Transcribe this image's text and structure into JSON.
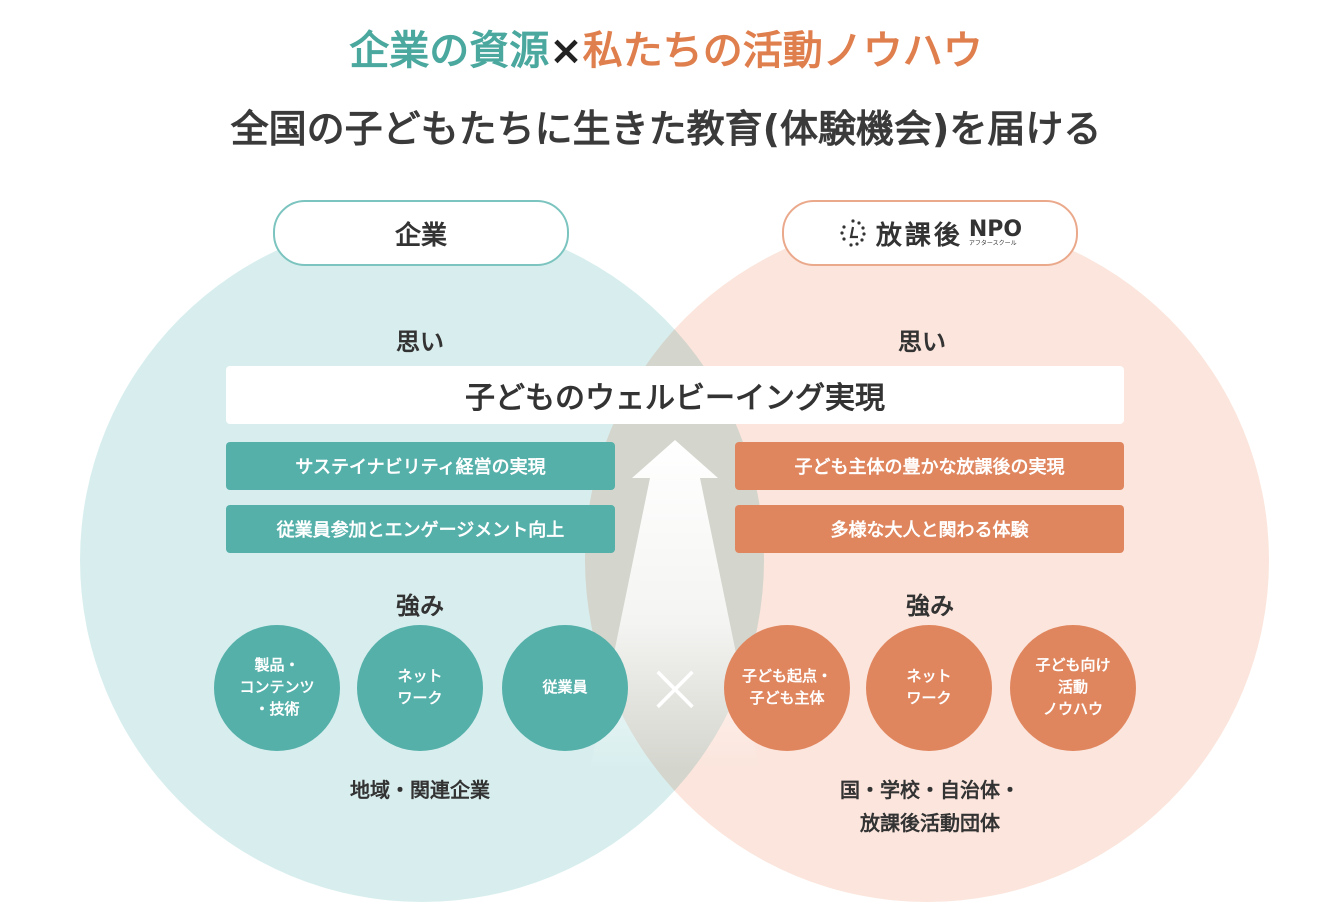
{
  "title": {
    "line1_part1": "企業の資源",
    "line1_times": "×",
    "line1_part2": "私たちの活動ノウハウ",
    "line2": "全国の子どもたちに生きた教育(体験機会)を届ける"
  },
  "colors": {
    "teal": "#55b0aa",
    "orange": "#e0865f",
    "teal_light": "#d8eeee",
    "orange_light": "#fbe5dc"
  },
  "left": {
    "header": "企業",
    "omoi_label": "思い",
    "omoi_items": [
      "サステイナビリティ経営の実現",
      "従業員参加とエンゲージメント向上"
    ],
    "tsuyomi_label": "強み",
    "strengths": [
      "製品・\nコンテンツ\n・技術",
      "ネット\nワーク",
      "従業員"
    ],
    "footer": "地域・関連企業"
  },
  "right": {
    "header_logo": "放課後",
    "header_logo_npo": "NPO",
    "header_logo_sub": "アフタースクール",
    "omoi_label": "思い",
    "omoi_items": [
      "子ども主体の豊かな放課後の実現",
      "多様な大人と関わる体験"
    ],
    "tsuyomi_label": "強み",
    "strengths": [
      "子ども起点・\n子ども主体",
      "ネット\nワーク",
      "子ども向け\n活動\nノウハウ"
    ],
    "footer_line1": "国・学校・自治体・",
    "footer_line2": "放課後活動団体"
  },
  "shared_goal": "子どものウェルビーイング実現",
  "center_symbol": "×"
}
